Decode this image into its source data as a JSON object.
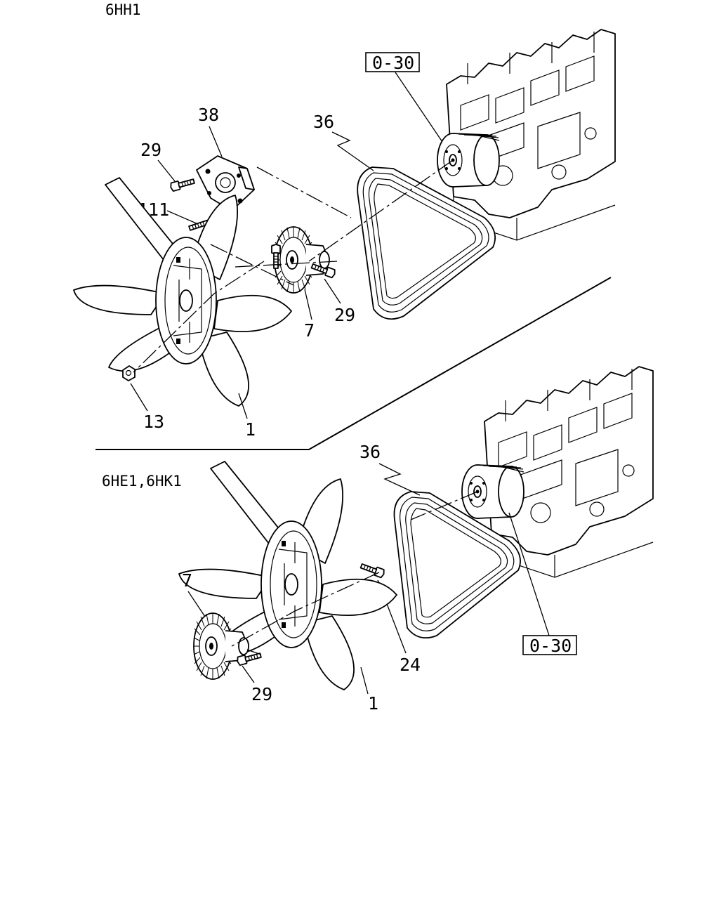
{
  "sections": {
    "top": {
      "title": "6HH1"
    },
    "bottom": {
      "title": "6HE1,6HK1"
    }
  },
  "top_callouts": {
    "ref_box": "0-30",
    "belt": "36",
    "bracket": "38",
    "bracket_bolt": "29",
    "stud": "111",
    "clutch": "7",
    "clutch_bolt": "29",
    "nut": "13",
    "fan": "1"
  },
  "bottom_callouts": {
    "belt": "36",
    "clutch": "7",
    "clutch_bolt": "29",
    "bolt": "24",
    "ref_box": "0-30",
    "fan": "1"
  }
}
